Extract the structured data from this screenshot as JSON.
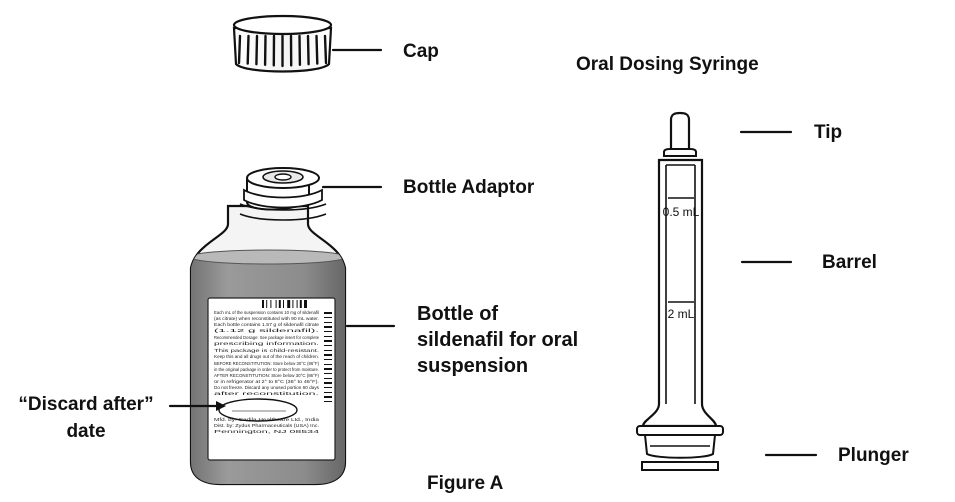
{
  "labels": {
    "cap": "Cap",
    "syringe_title": "Oral Dosing Syringe",
    "tip": "Tip",
    "bottle_adaptor": "Bottle Adaptor",
    "barrel": "Barrel",
    "bottle_line1": "Bottle of",
    "bottle_line2": "sildenafil for oral",
    "bottle_line3": "suspension",
    "discard_line1": "“Discard after”",
    "discard_line2": "date",
    "plunger": "Plunger",
    "figure": "Figure A"
  },
  "syringe_marks": {
    "upper": "0.5 mL",
    "lower": "2 mL"
  },
  "bottle_label_text": [
    "Each mL of the suspension contains 10 mg of sildenafil",
    "(as citrate) when reconstituted with 90 mL water.",
    "Each bottle contains 1.57 g of sildenafil citrate",
    "(1.12 g sildenafil).",
    "Recommended Dosage: See package insert for complete",
    "prescribing information.",
    "This package is child-resistant.",
    "Keep this and all drugs out of the reach of children.",
    "BEFORE RECONSTITUTION: Store below 30°C (86°F)",
    "in the original package in order to protect from moisture.",
    "AFTER RECONSTITUTION: Store below 30°C (86°F)",
    "or in refrigerator at 2° to 8°C (36° to 46°F).",
    "Do not freeze. Discard any unused portion 60 days",
    "after reconstitution.",
    "Mfd. by: Cadila Healthcare Ltd., India",
    "Dist. by: Zydus Pharmaceuticals (USA) Inc.",
    "Pennington, NJ 08534"
  ],
  "colors": {
    "line": "#111111",
    "liquid": "#8c8c8c",
    "glass": "#f2f2f2"
  }
}
